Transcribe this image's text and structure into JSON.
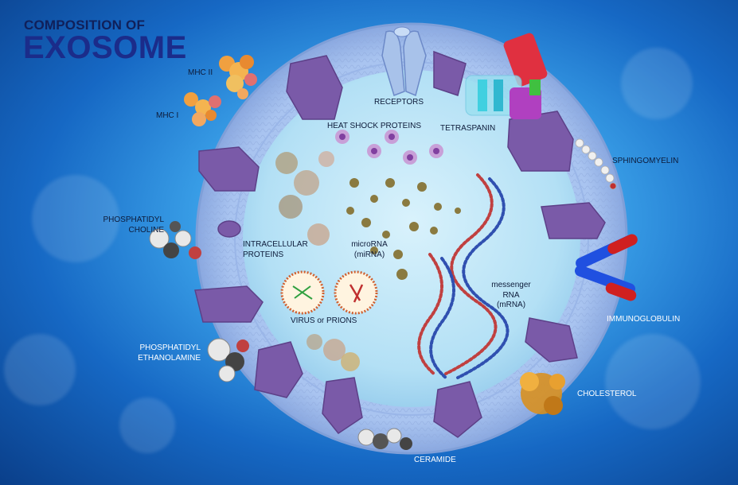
{
  "title": {
    "line1": "COMPOSITION OF",
    "line2": "EXOSOME"
  },
  "labels": {
    "mhc_ii": "MHC II",
    "mhc_i": "MHC I",
    "receptors": "RECEPTORS",
    "heat_shock_proteins": "HEAT SHOCK PROTEINS",
    "tetraspanin": "TETRASPANIN",
    "sphingomyelin": "SPHINGOMYELIN",
    "phosphatidyl_choline_1": "PHOSPHATIDYL",
    "phosphatidyl_choline_2": "CHOLINE",
    "intracellular_proteins_1": "INTRACELLULAR",
    "intracellular_proteins_2": "PROTEINS",
    "microrna_1": "microRNA",
    "microrna_2": "(miRNA)",
    "messenger_rna_1": "messenger",
    "messenger_rna_2": "RNA",
    "messenger_rna_3": "(mRNA)",
    "virus_or_prions": "VIRUS or PRIONS",
    "immunoglobulin": "IMMUNOGLOBULIN",
    "phosphatidyl_ethanolamine_1": "PHOSPHATIDYL",
    "phosphatidyl_ethanolamine_2": "ETHANOLAMINE",
    "cholesterol": "CHOLESTEROL",
    "ceramide": "CERAMIDE"
  },
  "colors": {
    "background_center": "#8fd0ff",
    "background_edge": "#0a3f8a",
    "membrane": "#a9c4f0",
    "membrane_inner": "#c9e6f8",
    "lumen": "#bfe6f7",
    "protein": "#7a5aa8",
    "title_dark": "#10205a",
    "title_blue": "#1b2c8a",
    "mhc": "#f0a040",
    "tetraspanin_red": "#e03040",
    "tetraspanin_cyan": "#40d0e0",
    "tetraspanin_purple": "#b040c0",
    "immunoglobulin_blue": "#2050e0",
    "immunoglobulin_red": "#d02020",
    "cholesterol": "#d89020"
  }
}
